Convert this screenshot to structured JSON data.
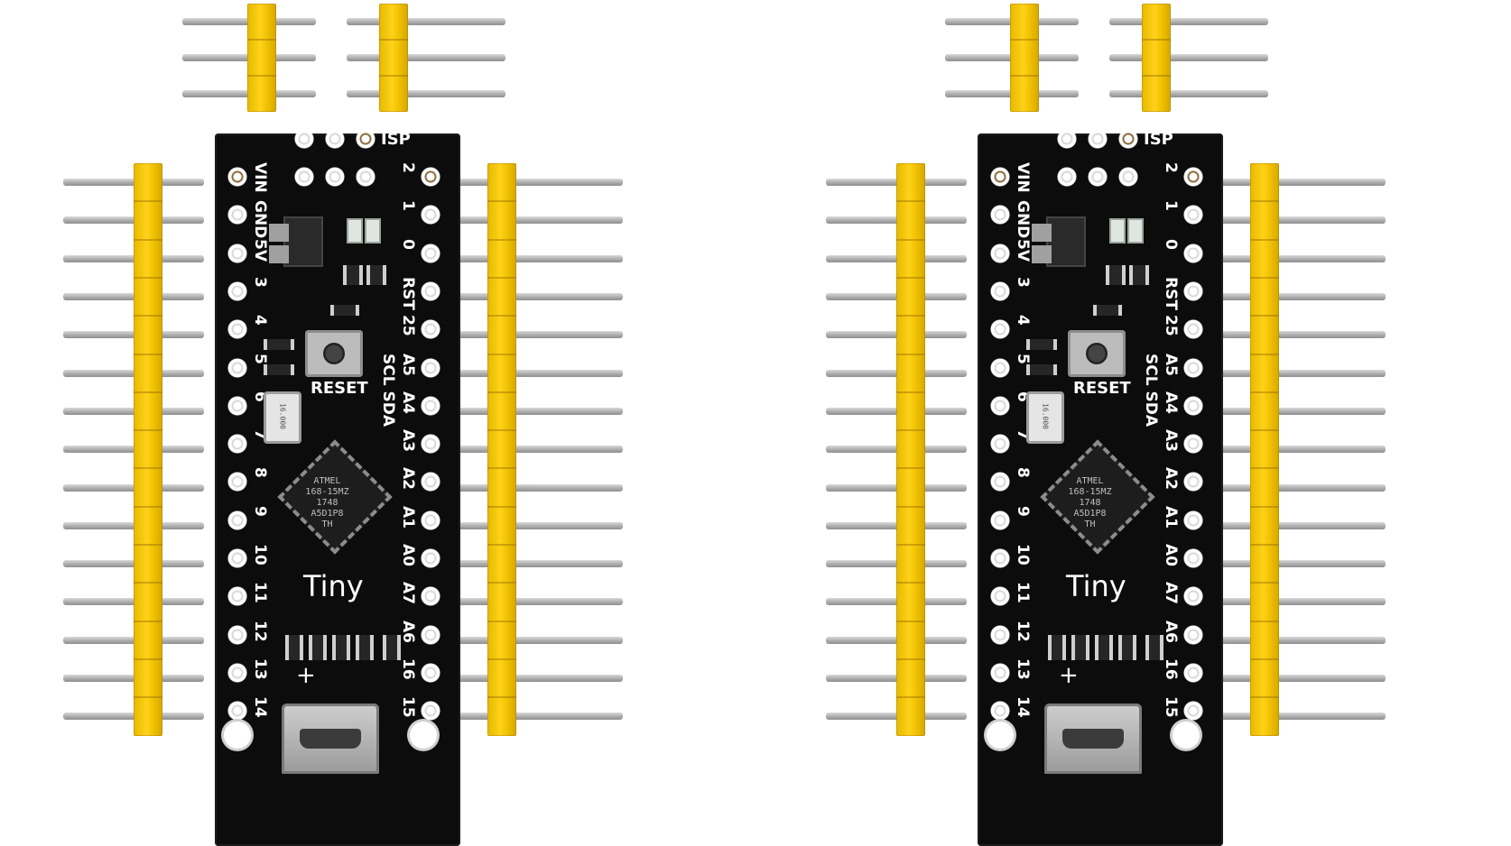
{
  "image": {
    "kind": "product photo",
    "units": 2
  },
  "board": {
    "name": "Tiny",
    "isp_label": "ISP",
    "reset_label": "RESET",
    "plus_label": "+",
    "bus_label": "SCL SDA",
    "left_pins": [
      "VIN",
      "GND",
      "5V",
      "3",
      "4",
      "5",
      "6",
      "7",
      "8",
      "9",
      "10",
      "11",
      "12",
      "13",
      "14"
    ],
    "right_pins": [
      "2",
      "1",
      "0",
      "RST",
      "25",
      "A5",
      "A4",
      "A3",
      "A2",
      "A1",
      "A0",
      "A7",
      "A6",
      "16",
      "15"
    ],
    "chip_marking": [
      "ATMEL",
      "168-15MZ",
      "1748",
      "A5D1P8",
      "TH"
    ],
    "crystal_marking": "16.000"
  },
  "colors": {
    "board": "#0c0c0c",
    "header_plastic": "#ffd21a",
    "pin_metal": "#b5b5b5",
    "silkscreen": "#ffffff",
    "background": "#ffffff"
  }
}
